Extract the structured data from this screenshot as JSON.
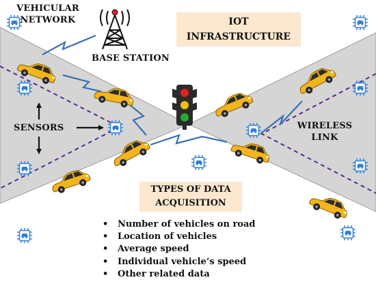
{
  "labels": {
    "vehicular_network": [
      "VEHICULAR",
      "NETWORK"
    ],
    "base_station": "BASE STATION",
    "iot_infrastructure": [
      "IOT",
      "INFRASTRUCTURE"
    ],
    "sensors": "SENSORS",
    "wireless_link": [
      "WIRELESS",
      "LINK"
    ],
    "types_of_data_acquisition": [
      "TYPES OF DATA",
      "ACQUISITION"
    ]
  },
  "data_items": [
    "Number of vehicles on road",
    "Location of vehicles",
    "Average speed",
    "Individual vehicle’s speed",
    "Other related data"
  ],
  "bullet_glyph": "•",
  "colors": {
    "road": "#d5d5d5",
    "road_edge": "#9a9a9a",
    "sensor_zone": "#e7dcf7",
    "sensor_boundary": "#5b2a86",
    "label_box": "#fbe8cf",
    "wireless_link": "#3a6fb0",
    "car_body": "#f2b51c",
    "sensor_chip": "#2f7fd8",
    "traffic_light_red": "#e02020",
    "traffic_light_yellow": "#f0c010",
    "traffic_light_green": "#22aa33"
  },
  "icons": [
    "tower-icon",
    "traffic-light-icon",
    "car-icon",
    "sensor-chip-icon",
    "arrow-icon",
    "wireless-bolt-icon"
  ]
}
